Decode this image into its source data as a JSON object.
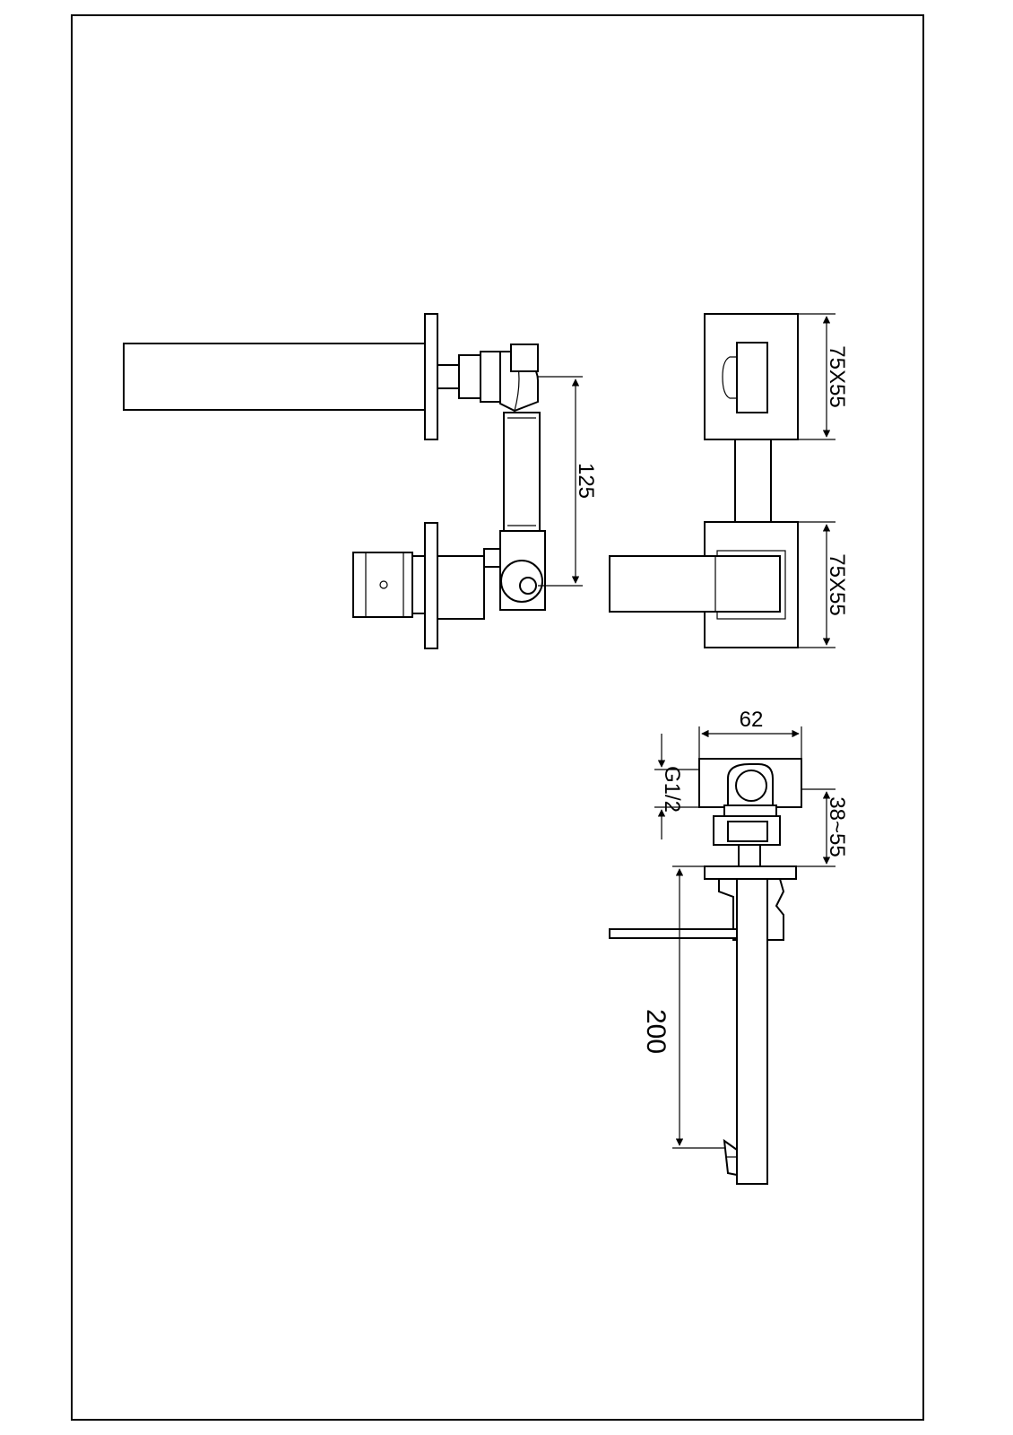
{
  "drawing": {
    "dimensions": {
      "side_view_height": "125",
      "plate_upper": "75X55",
      "plate_lower": "75X55",
      "plan_width": "62",
      "thread": "G1/2",
      "depth_range": "38~55",
      "spout_length": "200"
    }
  }
}
